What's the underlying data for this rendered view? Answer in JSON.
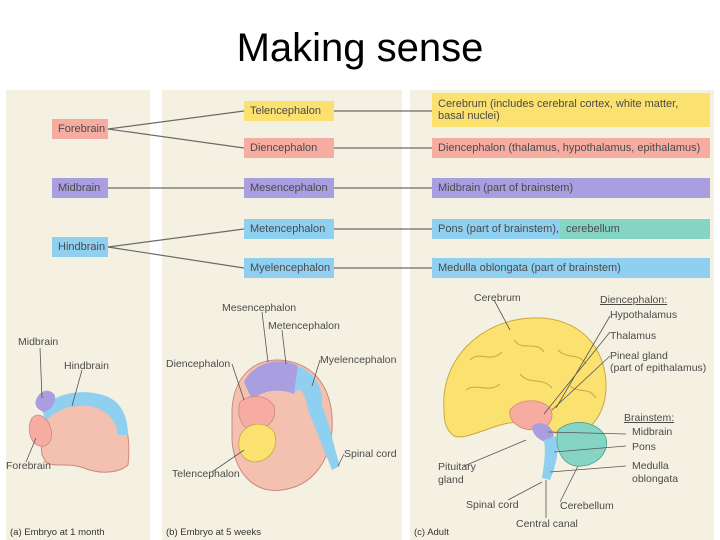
{
  "slide": {
    "title": "Making sense"
  },
  "chart": {
    "embryo_regions": {
      "forebrain": "Forebrain",
      "midbrain": "Midbrain",
      "hindbrain": "Hindbrain"
    },
    "subdivisions": {
      "telencephalon": "Telencephalon",
      "diencephalon": "Diencephalon",
      "mesencephalon": "Mesencephalon",
      "metencephalon": "Metencephalon",
      "myelencephalon": "Myelencephalon"
    },
    "adult_structures": {
      "cerebrum_line1": "Cerebrum (includes cerebral cortex, white matter,",
      "cerebrum_line2": "basal nuclei)",
      "diencephalon": "Diencephalon (thalamus, hypothalamus, epithalamus)",
      "midbrain": "Midbrain (part of brainstem)",
      "pons": "Pons (part of brainstem),",
      "cerebellum": "cerebellum",
      "medulla": "Medulla oblongata (part of brainstem)"
    }
  },
  "panel_a": {
    "labels": {
      "midbrain": "Midbrain",
      "hindbrain": "Hindbrain",
      "forebrain": "Forebrain"
    },
    "caption": "(a) Embryo at 1 month"
  },
  "panel_b": {
    "labels": {
      "mesencephalon": "Mesencephalon",
      "metencephalon": "Metencephalon",
      "diencephalon": "Diencephalon",
      "myelencephalon": "Myelencephalon",
      "spinal_cord": "Spinal cord",
      "telencephalon": "Telencephalon"
    },
    "caption": "(b) Embryo at 5 weeks"
  },
  "panel_c": {
    "labels": {
      "cerebrum": "Cerebrum",
      "diencephalon_heading": "Diencephalon:",
      "hypothalamus": "Hypothalamus",
      "thalamus": "Thalamus",
      "pineal_line1": "Pineal gland",
      "pineal_line2": "(part of epithalamus)",
      "brainstem_heading": "Brainstem:",
      "midbrain": "Midbrain",
      "pons": "Pons",
      "medulla_line1": "Medulla",
      "medulla_line2": "oblongata",
      "pituitary_line1": "Pituitary",
      "pituitary_line2": "gland",
      "spinal_cord": "Spinal cord",
      "cerebellum": "Cerebellum",
      "central_canal": "Central canal"
    },
    "caption": "(c) Adult"
  },
  "colors": {
    "forebrain": "#f6aca0",
    "midbrain": "#a99ee0",
    "hindbrain": "#8fd0f1",
    "telencephalon": "#fbe16f",
    "cerebellum": "#86d4c3",
    "panel_bg": "#f5f1e2"
  }
}
